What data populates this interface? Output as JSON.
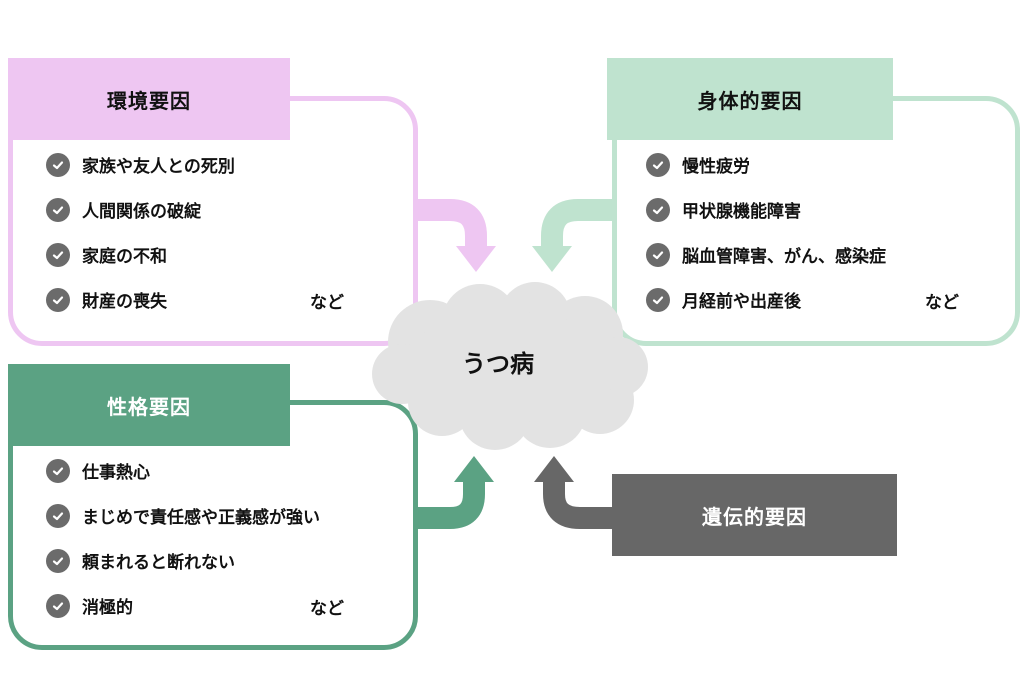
{
  "center": {
    "label": "うつ病",
    "color": "#e3e3e3"
  },
  "environmental": {
    "title": "環境要因",
    "header_color": "#eec6f2",
    "border_color": "#eec6f2",
    "items": [
      "家族や友人との死別",
      "人間関係の破綻",
      "家庭の不和",
      "財産の喪失"
    ],
    "etc": "など"
  },
  "physical": {
    "title": "身体的要因",
    "header_color": "#bfe3cf",
    "border_color": "#bfe3cf",
    "items": [
      "慢性疲労",
      "甲状腺機能障害",
      "脳血管障害、がん、感染症",
      "月経前や出産後"
    ],
    "etc": "など"
  },
  "personality": {
    "title": "性格要因",
    "header_color": "#5ba283",
    "border_color": "#5ba283",
    "title_color": "#ffffff",
    "items": [
      "仕事熱心",
      "まじめで責任感や正義感が強い",
      "頼まれると断れない",
      "消極的"
    ],
    "etc": "など"
  },
  "genetic": {
    "title": "遺伝的要因",
    "color": "#676767"
  },
  "icons": {
    "item_marker": "check-circle-icon"
  }
}
